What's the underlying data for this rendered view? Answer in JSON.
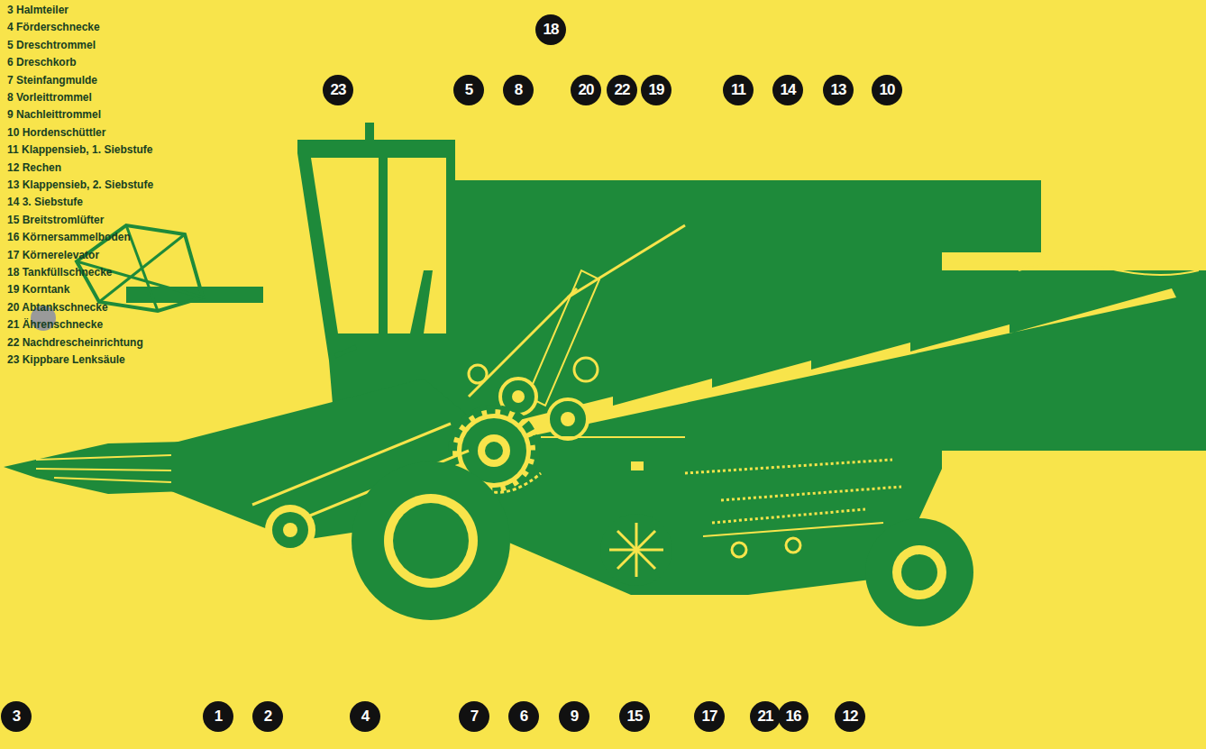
{
  "diagram": {
    "labels": [
      "3 Halmteiler",
      "4 Förderschnecke",
      "5 Dreschtrommel",
      "6 Dreschkorb",
      "7 Steinfangmulde",
      "8 Vorleittrommel",
      "9 Nachleittrommel",
      "10 Hordenschüttler",
      "11 Klappensieb, 1. Siebstufe",
      "12 Rechen",
      "13 Klappensieb, 2. Siebstufe",
      "14 3. Siebstufe",
      "15 Breitstromlüfter",
      "16 Körnersammelboden",
      "17 Körnerelevator",
      "18 Tankfüllschnecke",
      "19 Korntank",
      "20 Abtankschnecke",
      "21 Ährenschnecke",
      "22 Nachdrescheinrichtung",
      "23 Kippbare Lenksäule",
      "23",
      "5",
      "8",
      "18",
      "20",
      "22",
      "19",
      "11",
      "14",
      "13",
      "10",
      "3",
      "1",
      "2",
      "4",
      "7",
      "6",
      "9",
      "15",
      "17",
      "21",
      "16",
      "12"
    ]
  }
}
